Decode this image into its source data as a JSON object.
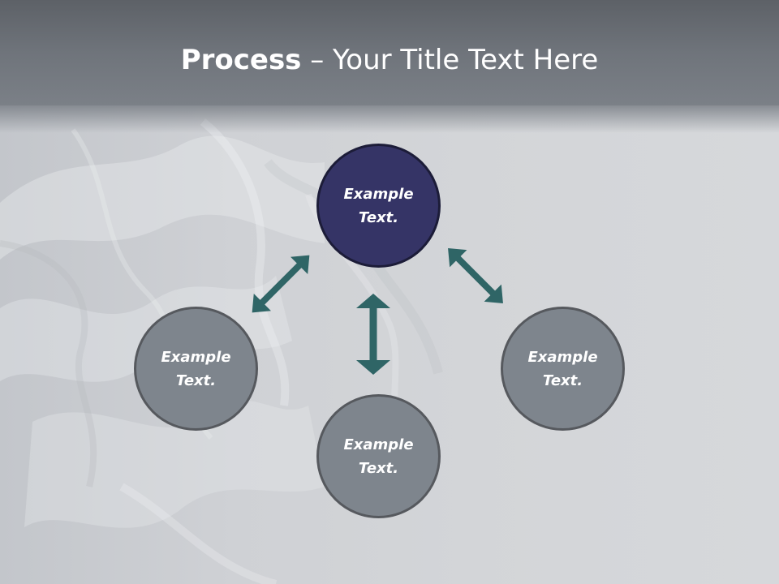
{
  "title": {
    "bold": "Process",
    "rest": " – Your Title Text Here"
  },
  "nodes": {
    "top": "Example\nText.",
    "left": "Example\nText.",
    "bottom": "Example\nText.",
    "right": "Example\nText."
  },
  "colors": {
    "header": "#6f747b",
    "top_circle": "#353466",
    "other_circles": "#7e858d",
    "arrow": "#2f6566"
  }
}
